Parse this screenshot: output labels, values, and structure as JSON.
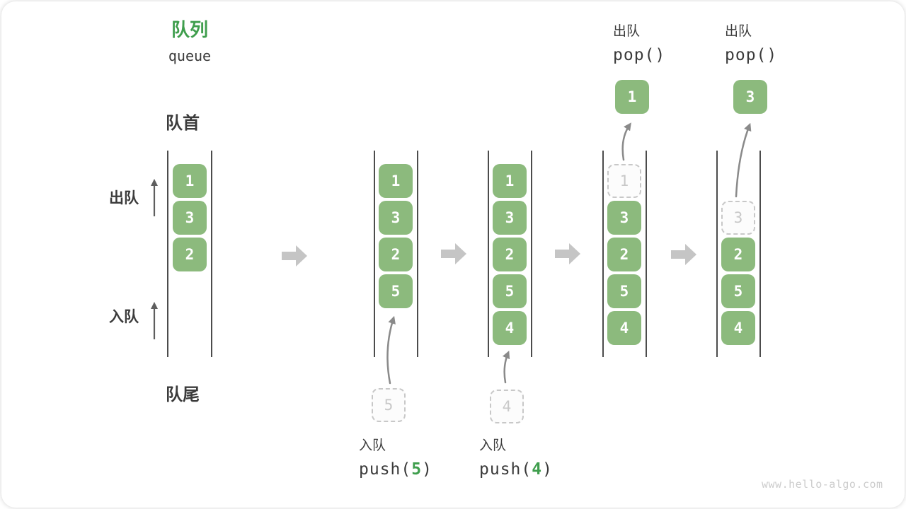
{
  "title": {
    "zh": "队列",
    "en": "queue"
  },
  "side_labels": {
    "front": "队首",
    "rear": "队尾",
    "dequeue": "出队",
    "enqueue": "入队"
  },
  "push_ops": [
    {
      "action": "入队",
      "code_pre": "push(",
      "arg": "5",
      "code_post": ")"
    },
    {
      "action": "入队",
      "code_pre": "push(",
      "arg": "4",
      "code_post": ")"
    }
  ],
  "pop_ops": [
    {
      "action": "出队",
      "code": "pop()"
    },
    {
      "action": "出队",
      "code": "pop()"
    }
  ],
  "states": [
    {
      "items": [
        "1",
        "3",
        "2"
      ]
    },
    {
      "items": [
        "1",
        "3",
        "2",
        "5"
      ],
      "incoming": "5"
    },
    {
      "items": [
        "1",
        "3",
        "2",
        "5",
        "4"
      ],
      "incoming": "4"
    },
    {
      "ghost": "1",
      "items": [
        "3",
        "2",
        "5",
        "4"
      ],
      "popped": "1"
    },
    {
      "ghost": "3",
      "items": [
        "2",
        "5",
        "4"
      ],
      "popped": "3"
    }
  ],
  "watermark": "www.hello-algo.com",
  "colors": {
    "box_green": "#8CBA7D",
    "title_green": "#3F9E4D",
    "ghost_gray": "#C8C8C8",
    "wall_gray": "#4C4C4C",
    "block_arrow_gray": "#C5C5C5",
    "curve_arrow_gray": "#8A8A8A",
    "text_dark": "#3B3B3B",
    "watermark_gray": "#CCCCCC"
  }
}
